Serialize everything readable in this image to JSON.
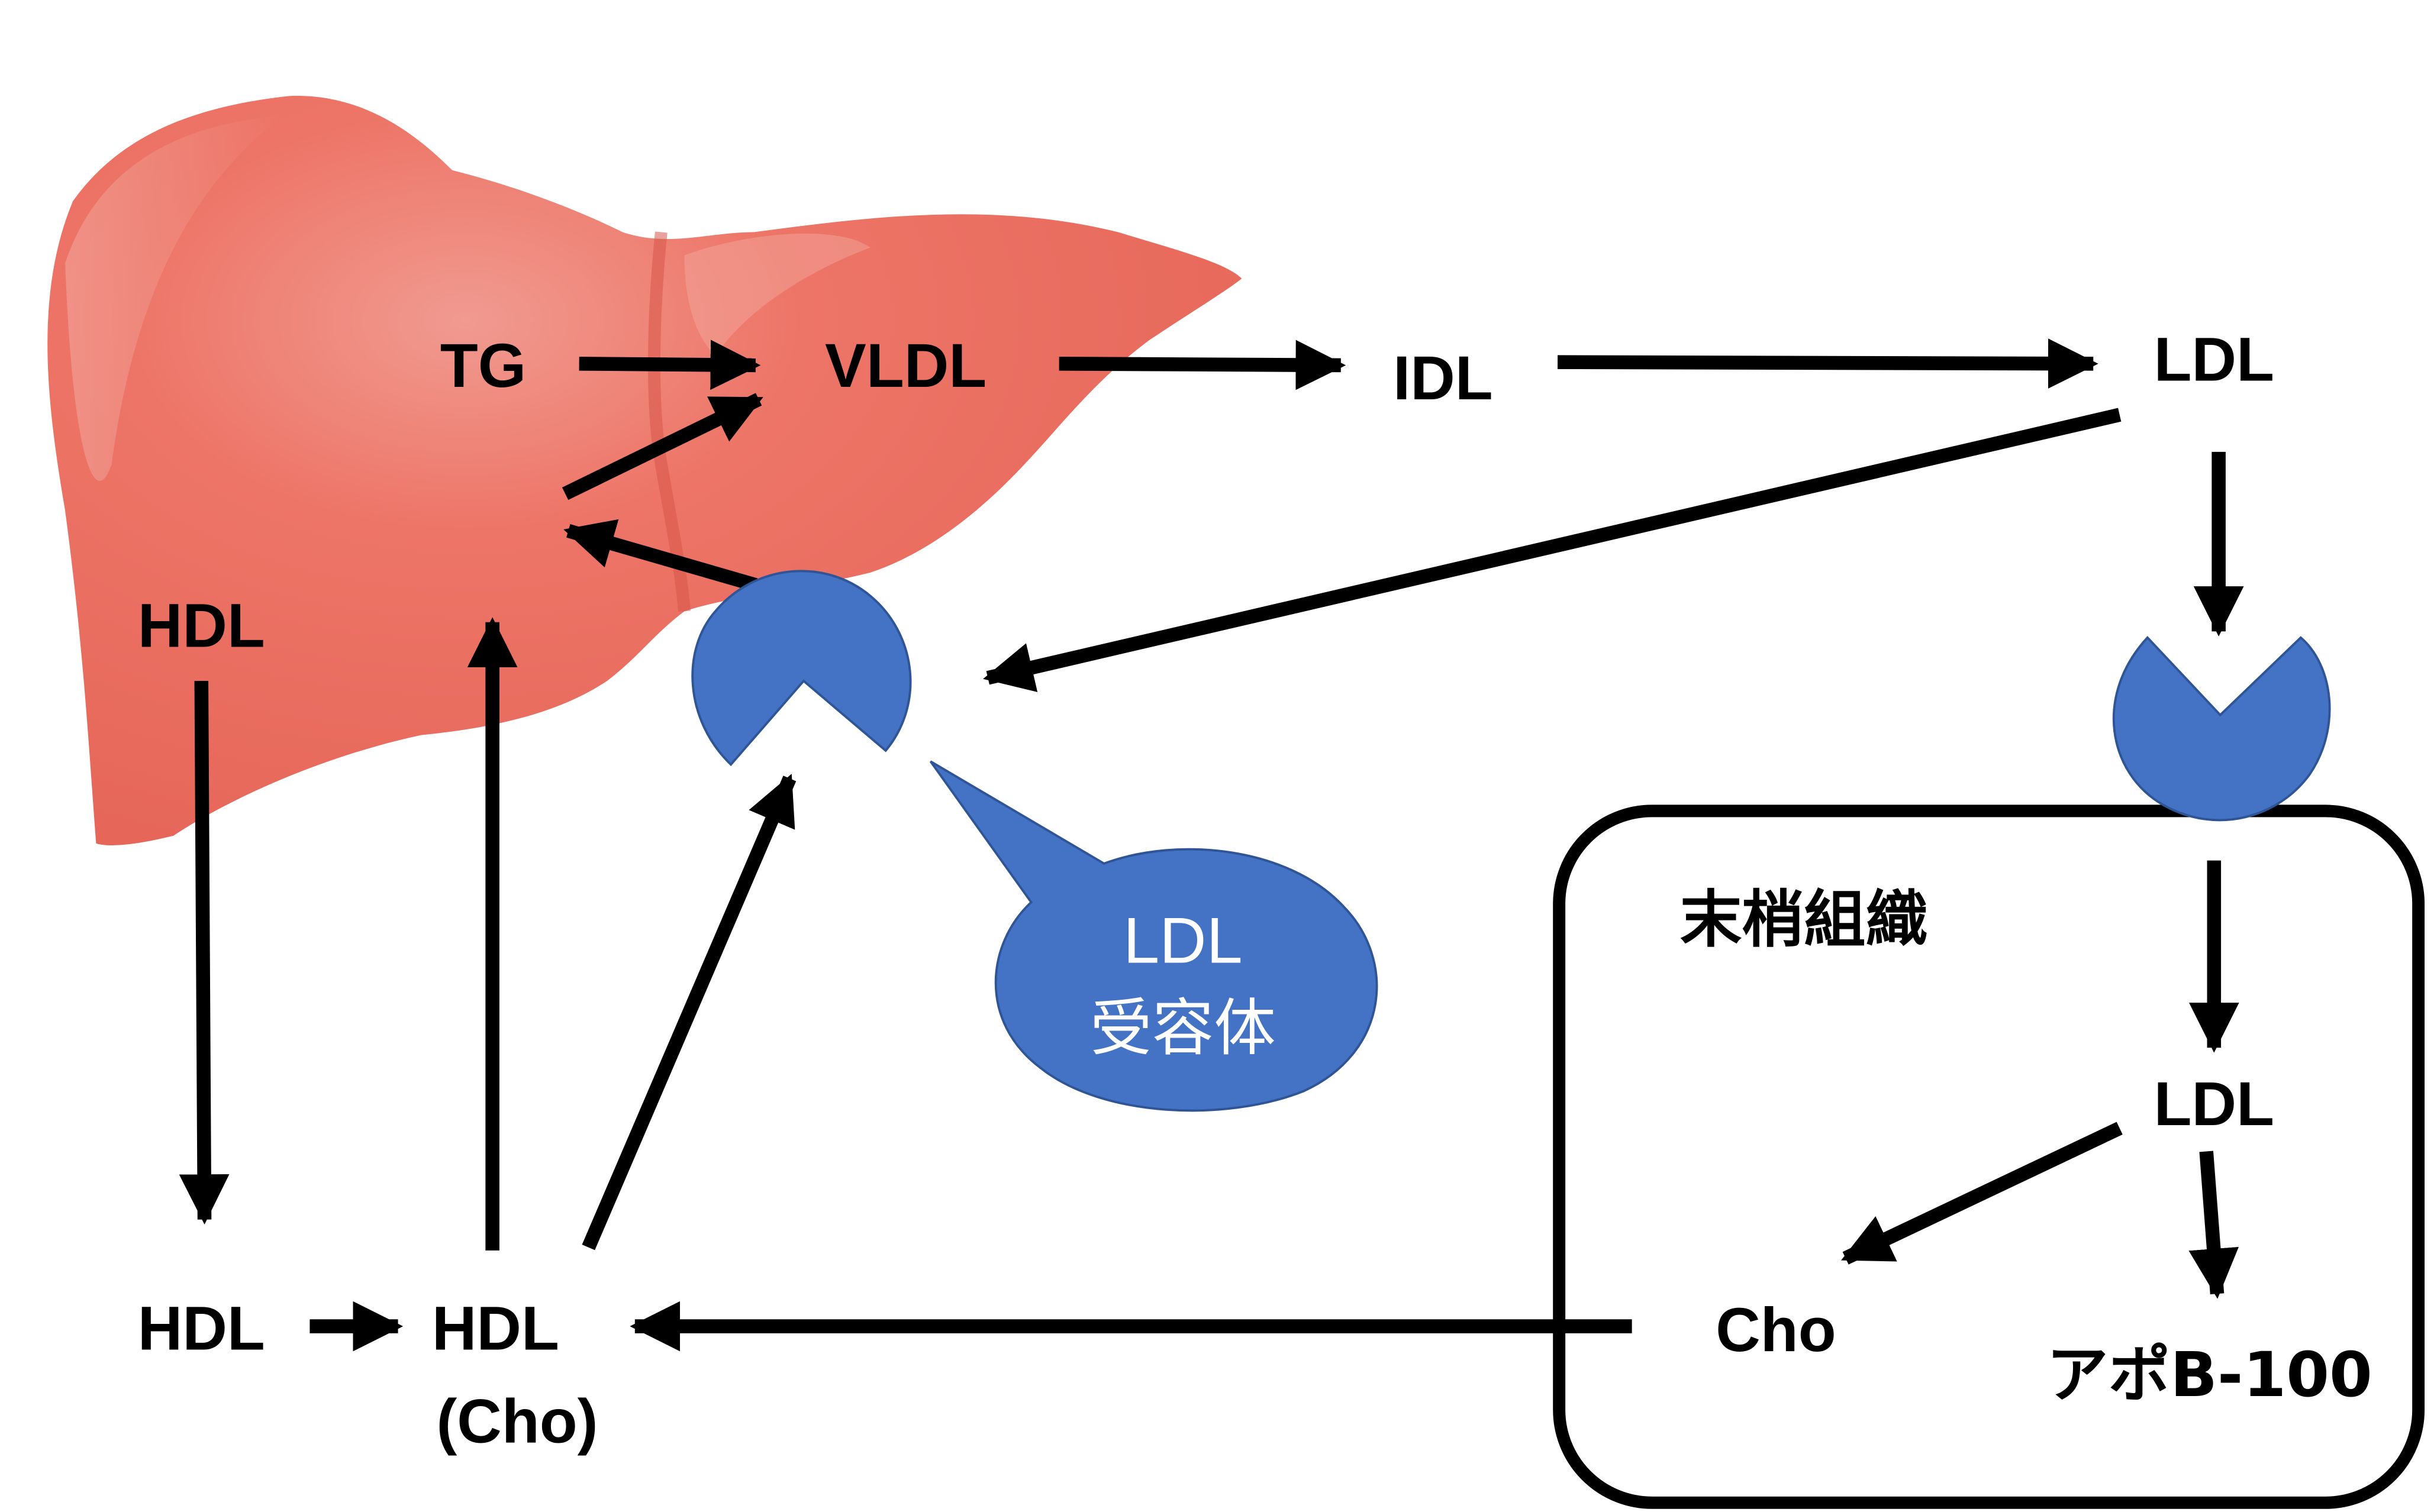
{
  "title": "Lipoprotein metabolism diagram",
  "colors": {
    "liver": "#ec7366",
    "receptor": "#4472c4",
    "receptor_border": "#2f5597",
    "arrow": "#000000",
    "text": "#000000"
  },
  "liver": {
    "labels": {
      "tg": "TG",
      "vldl": "VLDL",
      "hdl": "HDL"
    }
  },
  "pathway": {
    "idl": "IDL",
    "ldl_top": "LDL",
    "hdl_bottom_left": "HDL",
    "hdl_cho_line1": "HDL",
    "hdl_cho_line2": "(Cho)"
  },
  "callout": {
    "line1": "LDL",
    "line2": "受容体"
  },
  "peripheral": {
    "title": "末梢組織",
    "ldl": "LDL",
    "cho": "Cho",
    "apo": "アポB-100"
  },
  "arrows": [
    {
      "from": "TG",
      "to": "VLDL"
    },
    {
      "from": "VLDL",
      "to": "IDL"
    },
    {
      "from": "IDL",
      "to": "LDL"
    },
    {
      "from": "LDL",
      "to": "LDL-receptor (liver)"
    },
    {
      "from": "LDL",
      "to": "LDL-receptor (peripheral)"
    },
    {
      "from": "LDL-receptor (liver)",
      "to": "liver"
    },
    {
      "from": "liver",
      "to": "VLDL"
    },
    {
      "from": "HDL (liver)",
      "to": "HDL"
    },
    {
      "from": "HDL",
      "to": "HDL (Cho)"
    },
    {
      "from": "HDL (Cho)",
      "to": "liver"
    },
    {
      "from": "HDL (Cho)",
      "to": "LDL-receptor (liver)"
    },
    {
      "from": "LDL-receptor (peripheral)",
      "to": "LDL (peripheral)"
    },
    {
      "from": "LDL (peripheral)",
      "to": "Cho"
    },
    {
      "from": "LDL (peripheral)",
      "to": "アポB-100"
    },
    {
      "from": "Cho",
      "to": "HDL (Cho)"
    }
  ]
}
